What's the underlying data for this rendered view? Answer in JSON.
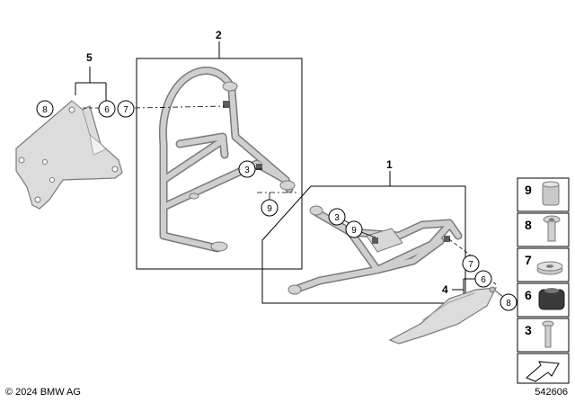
{
  "group_labels": {
    "bar_1": "1",
    "bar_2": "2",
    "kit_4": "4",
    "kit_5": "5"
  },
  "callouts": {
    "c8_left": "8",
    "c6_left": "6",
    "c7_left": "7",
    "c3_upper": "3",
    "c9_upper": "9",
    "c3_right": "3",
    "c9_right": "9",
    "c7_right": "7",
    "c6_right": "6",
    "c8_right": "8"
  },
  "legend": {
    "items": [
      "9",
      "8",
      "7",
      "6",
      "3"
    ]
  },
  "footer": {
    "copyright": "© 2024 BMW AG",
    "diagram_id": "542606"
  },
  "colors": {
    "tube_fill": "#c9c9c9",
    "tube_stroke": "#7a7a7a",
    "plate_fill": "#dcdcdc",
    "rubber_fill": "#3a3a3a"
  }
}
